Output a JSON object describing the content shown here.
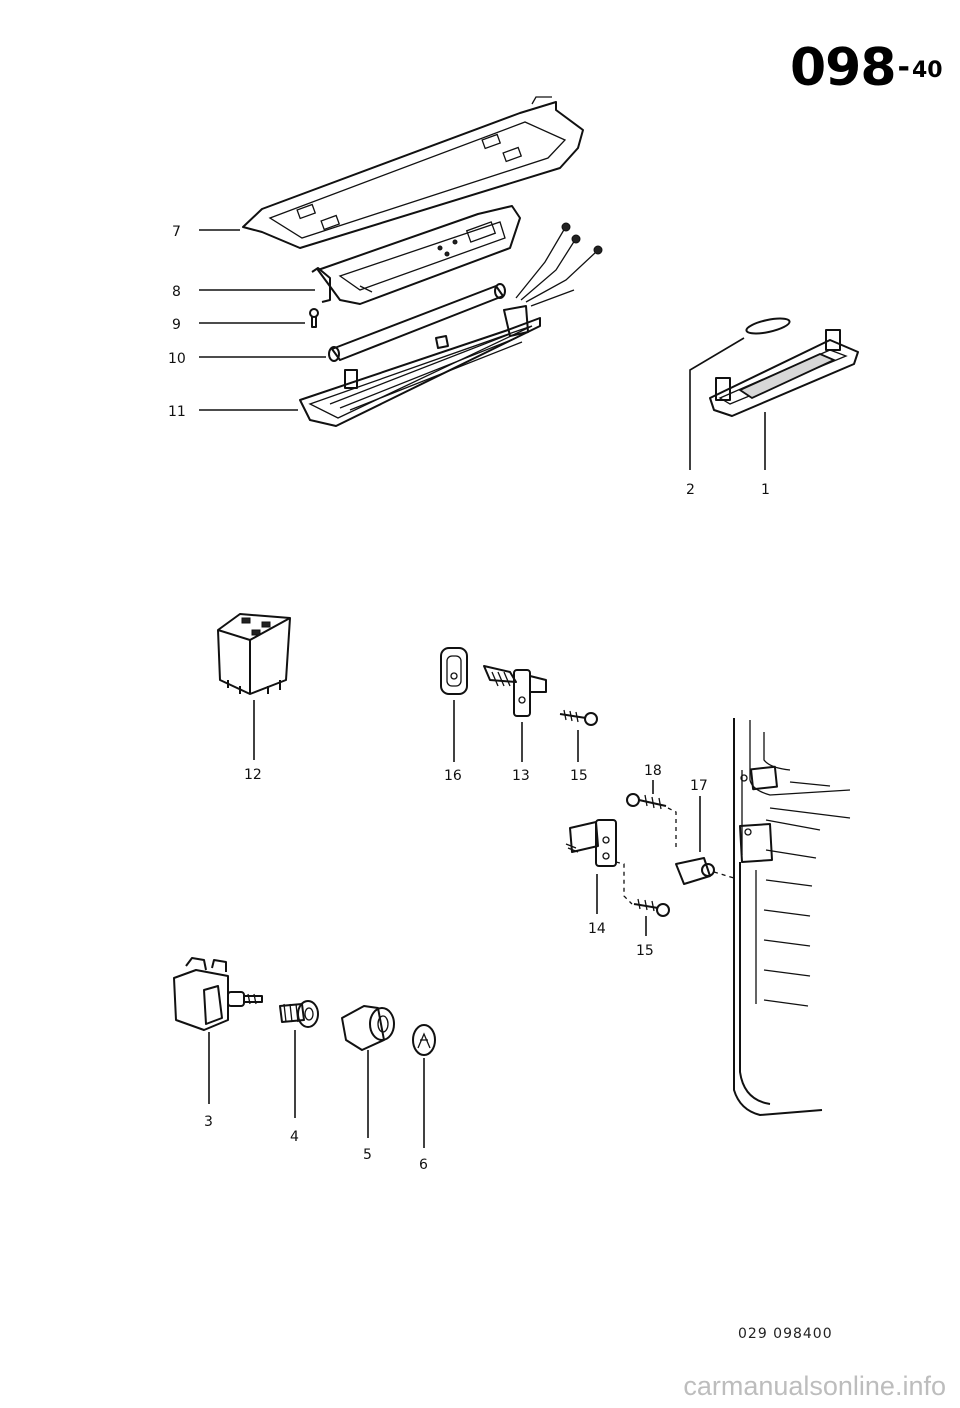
{
  "header": {
    "group": "098",
    "separator": "-",
    "page": "40"
  },
  "callouts": {
    "c1": "1",
    "c2": "2",
    "c3": "3",
    "c4": "4",
    "c5": "5",
    "c6": "6",
    "c7": "7",
    "c8": "8",
    "c9": "9",
    "c10": "10",
    "c11": "11",
    "c12": "12",
    "c13": "13",
    "c14": "14",
    "c15a": "15",
    "c15b": "15",
    "c16": "16",
    "c17": "17",
    "c18": "18"
  },
  "footer": {
    "code": "029  098400"
  },
  "watermark": "carmanualsonline.info"
}
